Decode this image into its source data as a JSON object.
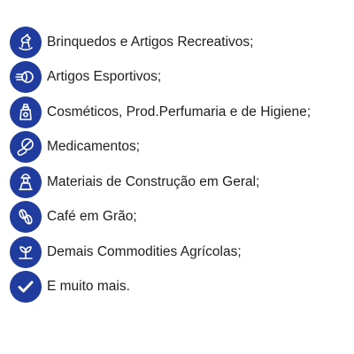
{
  "accent_color": "#1f3c9e",
  "items": [
    {
      "label": "Brinquedos e Artigos Recreativos;",
      "icon": "rocking-horse-icon"
    },
    {
      "label": "Artigos Esportivos;",
      "icon": "sports-ball-icon"
    },
    {
      "label": "Cosméticos, Prod.Perfumaria e de Higiene;",
      "icon": "perfume-bottle-icon"
    },
    {
      "label": "Medicamentos;",
      "icon": "pills-icon"
    },
    {
      "label": "Materiais de Construção em Geral;",
      "icon": "construction-worker-icon"
    },
    {
      "label": "Café em Grão;",
      "icon": "coffee-beans-icon"
    },
    {
      "label": "Demais Commodities Agrícolas;",
      "icon": "plant-sprout-icon"
    },
    {
      "label": "E muito mais.",
      "icon": "checkmark-icon"
    }
  ]
}
